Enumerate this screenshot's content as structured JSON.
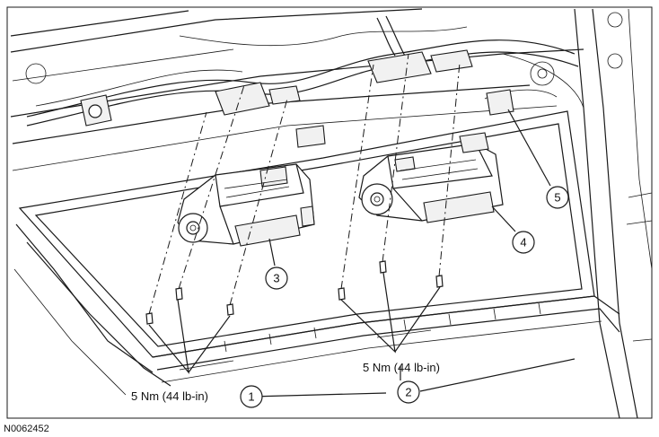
{
  "figure_id": "N0062452",
  "torque_labels": {
    "left": "5 Nm (44 lb-in)",
    "right": "5 Nm (44 lb-in)"
  },
  "callouts": [
    "1",
    "2",
    "3",
    "4",
    "5"
  ]
}
